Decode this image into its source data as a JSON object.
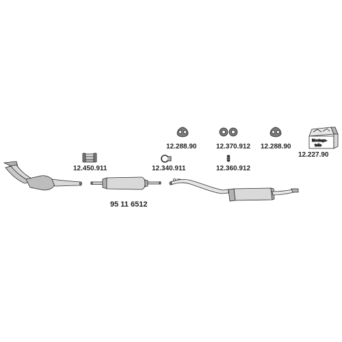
{
  "colors": {
    "stroke": "#2a2a2a",
    "fill_light": "#d9d9d9",
    "fill_mid": "#b3b3b3",
    "fill_dark": "#7a7a7a",
    "text": "#222222"
  },
  "parts": {
    "rubber_hanger_1": {
      "part_no": "12.288.90",
      "icon": "rubber-hanger-icon"
    },
    "rubber_hanger_pair": {
      "part_no": "12.370.912",
      "icon": "rubber-hanger-pair-icon"
    },
    "rubber_hanger_2": {
      "part_no": "12.288.90",
      "icon": "rubber-hanger-icon"
    },
    "mounting_kit": {
      "part_no": "12.227.90",
      "icon": "mounting-kit-box-icon",
      "box_text_1": "Montage-",
      "box_text_2": "teile"
    },
    "clamp_front": {
      "part_no": "12.450.911",
      "icon": "clamp-icon"
    },
    "clamp_ring": {
      "part_no": "12.340.911",
      "icon": "clamp-ring-icon"
    },
    "bolt": {
      "part_no": "12.360.912",
      "icon": "bolt-icon"
    },
    "middle_silencer": {
      "part_no": "95 11 6512"
    }
  }
}
